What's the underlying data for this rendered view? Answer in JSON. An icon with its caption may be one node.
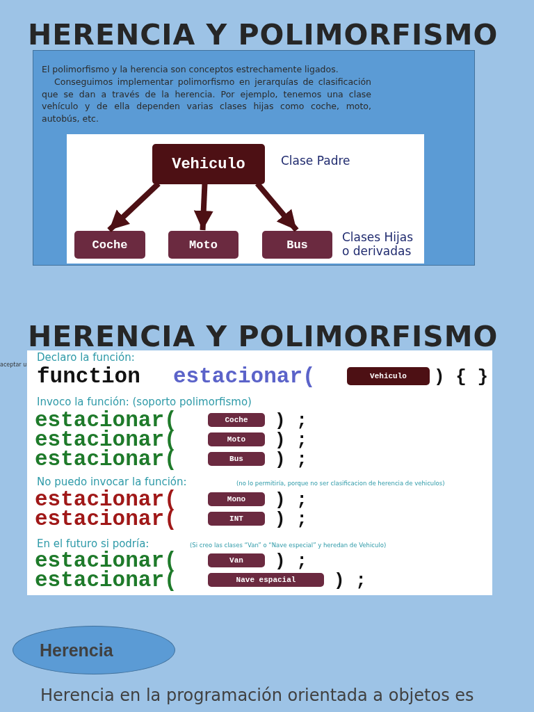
{
  "diagram": {
    "nodes": [
      {
        "text": [
          "El polimorfismo y la herencia son conceptos estrechamente ligados.",
          "Conseguimos implementar polimorfismo en jerarquías de clasificación que se dan a través de la herencia. Por ejemplo, tenemos una clase vehículo y de ella dependen varias clases hijas como coche, moto, autobús, etc."
        ]
      },
      {
        "text": [
          "Vehiculo"
        ],
        "in": 0,
        "beside": [
          "Clase Padre"
        ]
      },
      {
        "text": [
          "Coche"
        ],
        "in": 0
      },
      {
        "text": [
          "Moto"
        ],
        "in": 0
      },
      {
        "text": [
          "Bus"
        ],
        "in": 0,
        "beside": [
          "Clases Hijas o derivadas"
        ]
      },
      {
        "text": [
          "Vehiculo"
        ]
      },
      {
        "text": [
          "Coche"
        ]
      },
      {
        "text": [
          "Moto"
        ]
      },
      {
        "text": [
          "Bus"
        ]
      },
      {
        "text": [
          "Mono"
        ]
      },
      {
        "text": [
          "INT"
        ]
      },
      {
        "text": [
          "Van"
        ]
      },
      {
        "text": [
          "Nave espacial"
        ]
      },
      {
        "text": [
          "Herencia"
        ]
      }
    ],
    "edges": [
      {
        "from": 1,
        "to": 2,
        "arrow": "to"
      },
      {
        "from": 1,
        "to": 3,
        "arrow": "to"
      },
      {
        "from": 1,
        "to": 4,
        "arrow": "to"
      }
    ],
    "labels": [
      "HERENCIA Y POLIMORFISMO",
      "HERENCIA Y POLIMORFISMO",
      "aceptar u",
      "Declaro la función:",
      "function",
      "estacionar(",
      ") { }",
      "Invoco la función: (soporto polimorfismo)",
      "estacionar(",
      ") ;",
      "estacionar(",
      ") ;",
      "estacionar(",
      ") ;",
      "No puedo invocar la función:",
      "(no lo permitiría, porque no ser clasificacion de herencia de vehiculos)",
      "estacionar(",
      ") ;",
      "estacionar(",
      ") ;",
      "En el futuro si podría:",
      "(Si creo las clases “Van” o “Nave especial” y heredan de Vehiculo)",
      "estacionar(",
      ") ;",
      "estacionar(",
      ") ;",
      "Herencia en la programación orientada a objetos es"
    ]
  }
}
